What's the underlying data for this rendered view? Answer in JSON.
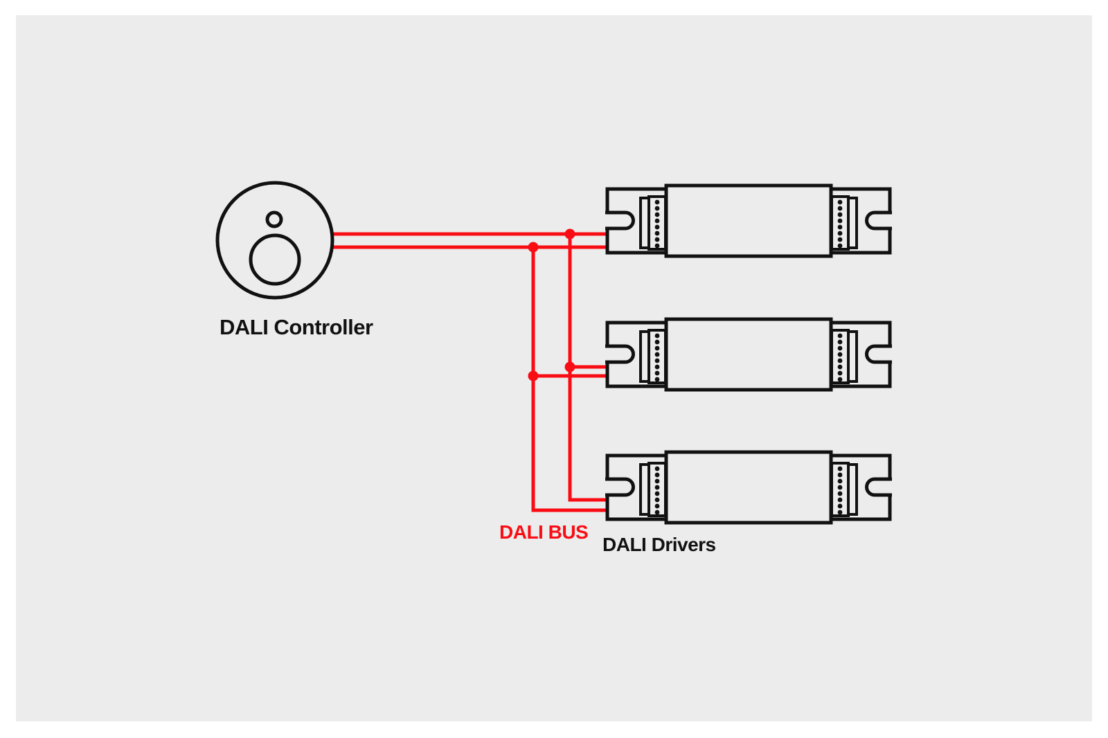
{
  "diagram": {
    "controller": {
      "label": "DALI Controller"
    },
    "bus": {
      "label": "DALI BUS"
    },
    "drivers": {
      "label": "DALI Drivers",
      "count": 3
    }
  },
  "colors": {
    "page_bg": "#ffffff",
    "panel_bg": "#ececec",
    "line_black": "#111111",
    "bus_red": "#f90d14"
  }
}
